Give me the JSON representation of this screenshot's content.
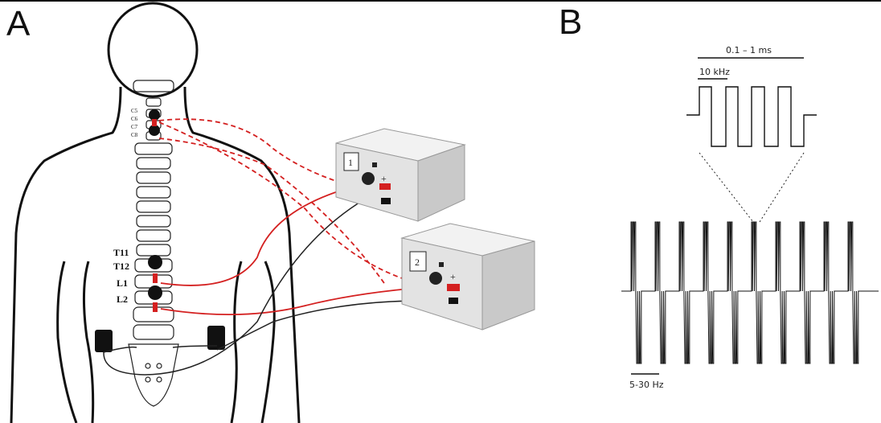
{
  "panels": {
    "a": "A",
    "b": "B"
  },
  "panel_a": {
    "cervical_labels": [
      "C5",
      "C6",
      "C7",
      "C8"
    ],
    "vertebra_labels": [
      "T11",
      "T12",
      "L1",
      "L2"
    ],
    "stimulators": [
      {
        "number": "1",
        "polarity": "+"
      },
      {
        "number": "2",
        "polarity": "+"
      }
    ],
    "colors": {
      "anode": "#d42020",
      "cathode": "#111111",
      "device_top": "#f2f2f2"
    }
  },
  "panel_b": {
    "pulse_width": "0.1 – 1 ms",
    "carrier_freq": "10 kHz",
    "burst_freq": "5-30 Hz",
    "burst_count": 10
  }
}
